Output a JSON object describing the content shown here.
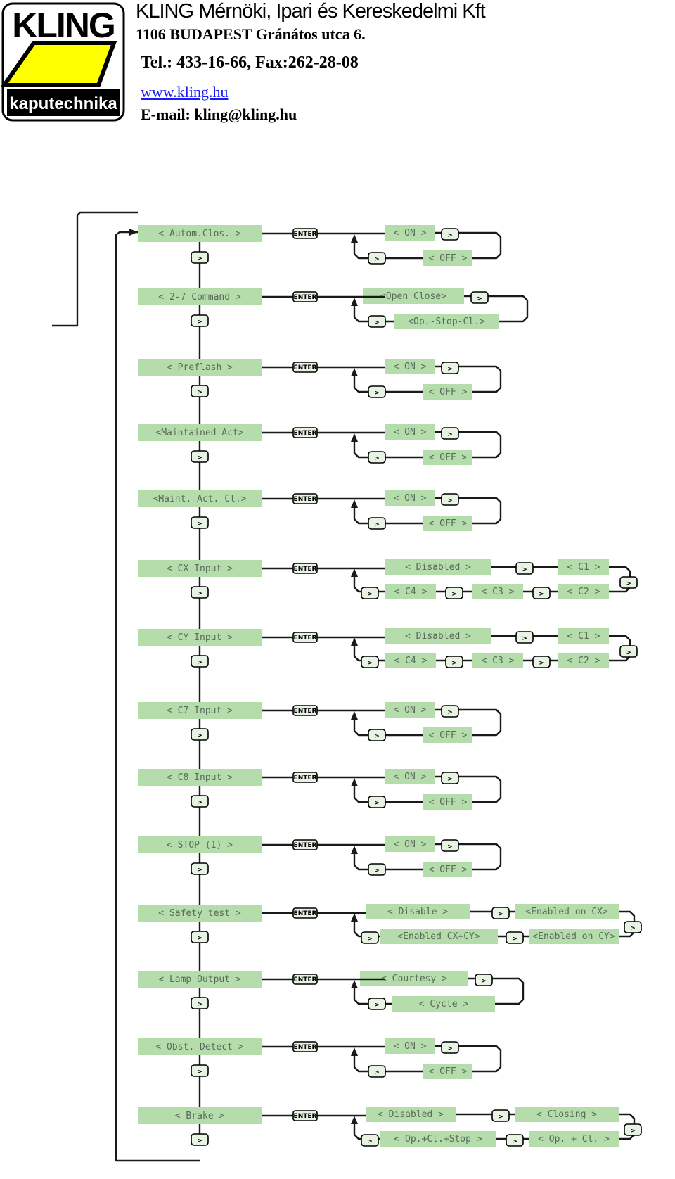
{
  "header": {
    "logo_text": "KLING",
    "logo_subtext": "kaputechnika",
    "company": "KLING Mérnöki, Ipari és Kereskedelmi Kft",
    "address": "1106 BUDAPEST Gránátos utca 6.",
    "phone": "Tel.:   433-16-66,  Fax:262-28-08",
    "website": "www.kling.hu",
    "email": "E-mail: kling@kling.hu"
  },
  "buttons": {
    "enter": "ENTER",
    "next": ">"
  },
  "colors": {
    "lcd_fill": "#b5dcab",
    "lcd_text": "#5a6a5a",
    "logo_yellow": "#ffff00",
    "line": "#1a1a1a"
  },
  "menu": [
    {
      "label": "< Autom.Clos. >",
      "options": [
        "< ON >",
        "< OFF >"
      ]
    },
    {
      "label": "<  2-7 Command  >",
      "options": [
        "<Open Close>",
        "<Op.-Stop-Cl.>"
      ]
    },
    {
      "label": "<   Preflash   >",
      "options": [
        "< ON >",
        "< OFF >"
      ]
    },
    {
      "label": "<Maintained Act>",
      "options": [
        "< ON >",
        "< OFF >"
      ]
    },
    {
      "label": "<Maint. Act. Cl.>",
      "options": [
        "< ON >",
        "< OFF >"
      ]
    },
    {
      "label": "<  CX Input  >",
      "options": [
        "<  Disabled  >",
        "< C1 >",
        "< C2 >",
        "< C3 >",
        "< C4 >"
      ]
    },
    {
      "label": "<  CY Input  >",
      "options": [
        "<  Disabled  >",
        "< C1 >",
        "< C2 >",
        "< C3 >",
        "< C4 >"
      ]
    },
    {
      "label": "<  C7 Input  >",
      "options": [
        "< ON >",
        "< OFF >"
      ]
    },
    {
      "label": "<  C8 Input  >",
      "options": [
        "< ON >",
        "< OFF >"
      ]
    },
    {
      "label": "<   STOP (1)   >",
      "options": [
        "< ON >",
        "< OFF >"
      ]
    },
    {
      "label": "< Safety test >",
      "options": [
        "<  Disable  >",
        "<Enabled on CX>",
        "<Enabled on CY>",
        "<Enabled CX+CY>"
      ]
    },
    {
      "label": "< Lamp Output >",
      "options": [
        "< Courtesy >",
        "<   Cycle   >"
      ]
    },
    {
      "label": "< Obst. Detect >",
      "options": [
        "< ON >",
        "< OFF >"
      ]
    },
    {
      "label": "<     Brake     >",
      "options": [
        "< Disabled >",
        "< Closing >",
        "< Op. + Cl. >",
        "< Op.+Cl.+Stop >"
      ]
    }
  ]
}
